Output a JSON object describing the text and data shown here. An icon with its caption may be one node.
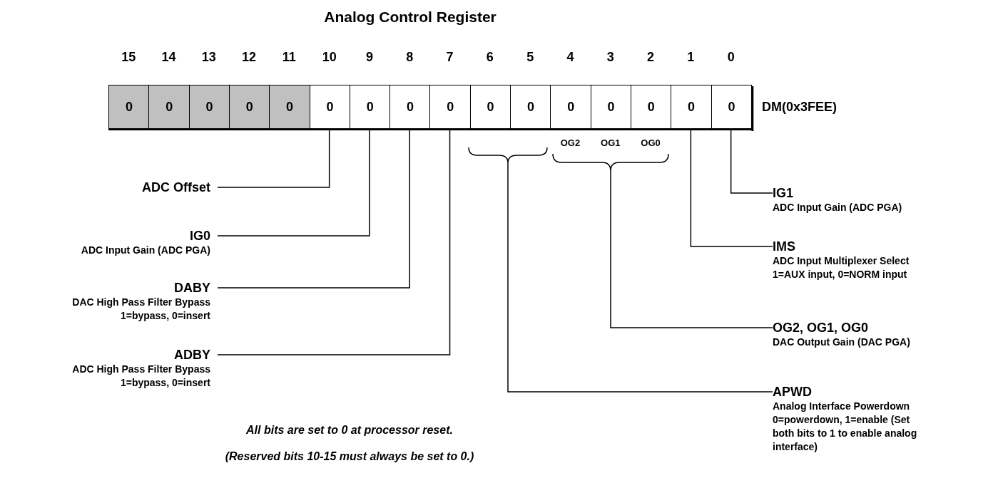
{
  "diagram": {
    "title": "Analog Control Register",
    "nodes": [
      {
        "text": [
          "0"
        ],
        "beside": [
          "15"
        ]
      },
      {
        "text": [
          "0"
        ],
        "beside": [
          "14"
        ]
      },
      {
        "text": [
          "0"
        ],
        "beside": [
          "13"
        ]
      },
      {
        "text": [
          "0"
        ],
        "beside": [
          "12"
        ]
      },
      {
        "text": [
          "0"
        ],
        "beside": [
          "11"
        ]
      },
      {
        "text": [
          "0"
        ],
        "beside": [
          "10"
        ]
      },
      {
        "text": [
          "0"
        ],
        "beside": [
          "9"
        ]
      },
      {
        "text": [
          "0"
        ],
        "beside": [
          "8"
        ]
      },
      {
        "text": [
          "0"
        ],
        "beside": [
          "7"
        ]
      },
      {
        "text": [
          "0"
        ],
        "beside": [
          "6"
        ]
      },
      {
        "text": [
          "0"
        ],
        "beside": [
          "5"
        ]
      },
      {
        "text": [
          "0"
        ],
        "beside": [
          "4",
          "OG2"
        ]
      },
      {
        "text": [
          "0"
        ],
        "beside": [
          "3",
          "OG1"
        ]
      },
      {
        "text": [
          "0"
        ],
        "beside": [
          "2",
          "OG0"
        ]
      },
      {
        "text": [
          "0"
        ],
        "beside": [
          "1"
        ]
      },
      {
        "text": [
          "0"
        ],
        "beside": [
          "0"
        ]
      },
      {
        "text": [],
        "shape": "brace"
      },
      {
        "text": [],
        "shape": "brace"
      },
      {
        "text": [
          "ADC Offset"
        ]
      },
      {
        "text": [
          "IG0",
          "ADC Input Gain (ADC PGA)"
        ]
      },
      {
        "text": [
          "DABY",
          "DAC High Pass Filter Bypass 1=bypass, 0=insert"
        ]
      },
      {
        "text": [
          "ADBY",
          "ADC High Pass Filter Bypass 1=bypass, 0=insert"
        ]
      },
      {
        "text": [
          "IG1",
          "ADC Input Gain (ADC PGA)"
        ]
      },
      {
        "text": [
          "IMS",
          "ADC Input Multiplexer Select 1=AUX input, 0=NORM input"
        ]
      },
      {
        "text": [
          "OG2, OG1, OG0",
          "DAC Output Gain (DAC PGA)"
        ]
      },
      {
        "text": [
          "APWD",
          "Analog Interface Powerdown 0=powerdown, 1=enable (Set both bits to 1 to enable analog interface)"
        ]
      }
    ],
    "edges": [
      {
        "from": 18,
        "to": 5,
        "arrow": "none"
      },
      {
        "from": 19,
        "to": 6,
        "arrow": "none"
      },
      {
        "from": 20,
        "to": 7,
        "arrow": "none"
      },
      {
        "from": 21,
        "to": 8,
        "arrow": "none"
      },
      {
        "from": 22,
        "to": 15,
        "arrow": "none"
      },
      {
        "from": 23,
        "to": 14,
        "arrow": "none"
      },
      {
        "from": 24,
        "to": 17,
        "arrow": "none"
      },
      {
        "from": 25,
        "to": 16,
        "arrow": "none"
      }
    ],
    "labels": [
      "DM(0x3FEE)",
      "All bits are set to 0 at processor reset.",
      "(Reserved bits 10-15 must always be set to 0.)"
    ]
  }
}
